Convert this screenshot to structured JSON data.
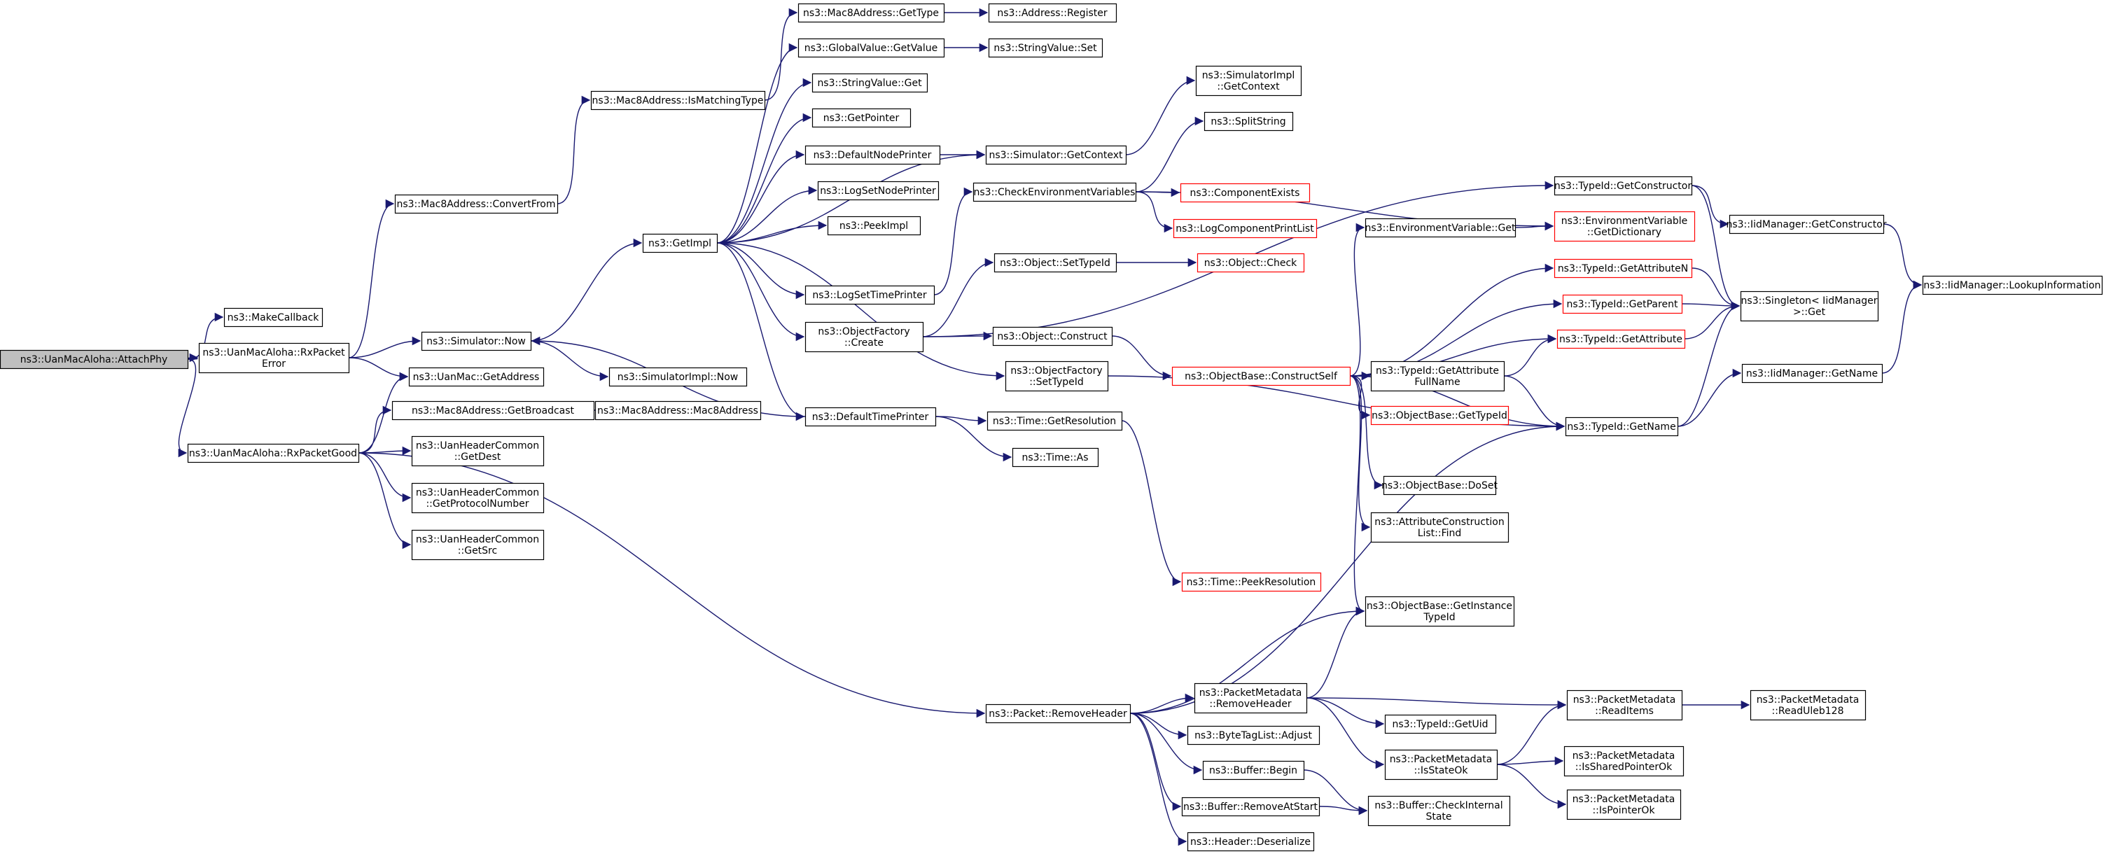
{
  "graph": {
    "nodes": [
      {
        "id": "attach",
        "lines": [
          "ns3::UanMacAloha::AttachPhy"
        ],
        "root": true
      },
      {
        "id": "makecb",
        "lines": [
          "ns3::MakeCallback"
        ]
      },
      {
        "id": "rxerr",
        "lines": [
          "ns3::UanMacAloha::RxPacket",
          "Error"
        ]
      },
      {
        "id": "rxgood",
        "lines": [
          "ns3::UanMacAloha::RxPacketGood"
        ]
      },
      {
        "id": "convfrom",
        "lines": [
          "ns3::Mac8Address::ConvertFrom"
        ]
      },
      {
        "id": "simnow",
        "lines": [
          "ns3::Simulator::Now"
        ]
      },
      {
        "id": "uangetaddr",
        "lines": [
          "ns3::UanMac::GetAddress"
        ]
      },
      {
        "id": "getbcast",
        "lines": [
          "ns3::Mac8Address::GetBroadcast"
        ]
      },
      {
        "id": "getdest",
        "lines": [
          "ns3::UanHeaderCommon",
          "::GetDest"
        ]
      },
      {
        "id": "getproto",
        "lines": [
          "ns3::UanHeaderCommon",
          "::GetProtocolNumber"
        ]
      },
      {
        "id": "getsrc",
        "lines": [
          "ns3::UanHeaderCommon",
          "::GetSrc"
        ]
      },
      {
        "id": "ismatch",
        "lines": [
          "ns3::Mac8Address::IsMatchingType"
        ]
      },
      {
        "id": "getimpl",
        "lines": [
          "ns3::GetImpl"
        ]
      },
      {
        "id": "simimplnow",
        "lines": [
          "ns3::SimulatorImpl::Now"
        ]
      },
      {
        "id": "mac8ctor",
        "lines": [
          "ns3::Mac8Address::Mac8Address"
        ]
      },
      {
        "id": "mac8gettype",
        "lines": [
          "ns3::Mac8Address::GetType"
        ]
      },
      {
        "id": "gvgetval",
        "lines": [
          "ns3::GlobalValue::GetValue"
        ]
      },
      {
        "id": "svget",
        "lines": [
          "ns3::StringValue::Get"
        ]
      },
      {
        "id": "getptr",
        "lines": [
          "ns3::GetPointer"
        ]
      },
      {
        "id": "defnodeprinter",
        "lines": [
          "ns3::DefaultNodePrinter"
        ]
      },
      {
        "id": "logsetnode",
        "lines": [
          "ns3::LogSetNodePrinter"
        ]
      },
      {
        "id": "peekimpl",
        "lines": [
          "ns3::PeekImpl"
        ]
      },
      {
        "id": "logsettime",
        "lines": [
          "ns3::LogSetTimePrinter"
        ]
      },
      {
        "id": "objfactcreate",
        "lines": [
          "ns3::ObjectFactory",
          "::Create"
        ]
      },
      {
        "id": "deftimeprinter",
        "lines": [
          "ns3::DefaultTimePrinter"
        ]
      },
      {
        "id": "addrreg",
        "lines": [
          "ns3::Address::Register"
        ]
      },
      {
        "id": "svset",
        "lines": [
          "ns3::StringValue::Set"
        ]
      },
      {
        "id": "simgetctx",
        "lines": [
          "ns3::Simulator::GetContext"
        ]
      },
      {
        "id": "checkenv",
        "lines": [
          "ns3::CheckEnvironmentVariables"
        ]
      },
      {
        "id": "objsettypeid",
        "lines": [
          "ns3::Object::SetTypeId"
        ]
      },
      {
        "id": "objconstruct",
        "lines": [
          "ns3::Object::Construct"
        ]
      },
      {
        "id": "ofsettypeid",
        "lines": [
          "ns3::ObjectFactory",
          "::SetTypeId"
        ]
      },
      {
        "id": "timegetres",
        "lines": [
          "ns3::Time::GetResolution"
        ]
      },
      {
        "id": "timeas",
        "lines": [
          "ns3::Time::As"
        ]
      },
      {
        "id": "simimplgetctx",
        "lines": [
          "ns3::SimulatorImpl",
          "::GetContext"
        ]
      },
      {
        "id": "splitstring",
        "lines": [
          "ns3::SplitString"
        ]
      },
      {
        "id": "compexists",
        "lines": [
          "ns3::ComponentExists"
        ],
        "red": true
      },
      {
        "id": "logcompprint",
        "lines": [
          "ns3::LogComponentPrintList"
        ],
        "red": true
      },
      {
        "id": "objcheck",
        "lines": [
          "ns3::Object::Check"
        ],
        "red": true
      },
      {
        "id": "obconstructself",
        "lines": [
          "ns3::ObjectBase::ConstructSelf"
        ],
        "red": true
      },
      {
        "id": "timepeekres",
        "lines": [
          "ns3::Time::PeekResolution"
        ],
        "red": true
      },
      {
        "id": "envget",
        "lines": [
          "ns3::EnvironmentVariable::Get"
        ]
      },
      {
        "id": "tidgetattrfull",
        "lines": [
          "ns3::TypeId::GetAttribute",
          "FullName"
        ]
      },
      {
        "id": "obgettypeid",
        "lines": [
          "ns3::ObjectBase::GetTypeId"
        ],
        "red": true
      },
      {
        "id": "obdoset",
        "lines": [
          "ns3::ObjectBase::DoSet"
        ]
      },
      {
        "id": "attrconstrfind",
        "lines": [
          "ns3::AttributeConstruction",
          "List::Find"
        ]
      },
      {
        "id": "obgetinsttid",
        "lines": [
          "ns3::ObjectBase::GetInstance",
          "TypeId"
        ]
      },
      {
        "id": "tidgetctor",
        "lines": [
          "ns3::TypeId::GetConstructor"
        ]
      },
      {
        "id": "envgetdict",
        "lines": [
          "ns3::EnvironmentVariable",
          "::GetDictionary"
        ],
        "red": true
      },
      {
        "id": "tidgetattrn",
        "lines": [
          "ns3::TypeId::GetAttributeN"
        ],
        "red": true
      },
      {
        "id": "tidgetparent",
        "lines": [
          "ns3::TypeId::GetParent"
        ],
        "red": true
      },
      {
        "id": "tidgetattr",
        "lines": [
          "ns3::TypeId::GetAttribute"
        ],
        "red": true
      },
      {
        "id": "tidgetname",
        "lines": [
          "ns3::TypeId::GetName"
        ]
      },
      {
        "id": "iidgetctor",
        "lines": [
          "ns3::IidManager::GetConstructor"
        ]
      },
      {
        "id": "singletonget",
        "lines": [
          "ns3::Singleton< IidManager",
          ">::Get"
        ]
      },
      {
        "id": "iidgetname",
        "lines": [
          "ns3::IidManager::GetName"
        ]
      },
      {
        "id": "iidlookup",
        "lines": [
          "ns3::IidManager::LookupInformation"
        ]
      },
      {
        "id": "pktremovehdr",
        "lines": [
          "ns3::Packet::RemoveHeader"
        ]
      },
      {
        "id": "pmremovehdr",
        "lines": [
          "ns3::PacketMetadata",
          "::RemoveHeader"
        ]
      },
      {
        "id": "btladjust",
        "lines": [
          "ns3::ByteTagList::Adjust"
        ]
      },
      {
        "id": "bufbegin",
        "lines": [
          "ns3::Buffer::Begin"
        ]
      },
      {
        "id": "bufremstart",
        "lines": [
          "ns3::Buffer::RemoveAtStart"
        ]
      },
      {
        "id": "hdrdeser",
        "lines": [
          "ns3::Header::Deserialize"
        ]
      },
      {
        "id": "tidgetuid",
        "lines": [
          "ns3::TypeId::GetUid"
        ]
      },
      {
        "id": "pmisstateok",
        "lines": [
          "ns3::PacketMetadata",
          "::IsStateOk"
        ]
      },
      {
        "id": "bufcheckint",
        "lines": [
          "ns3::Buffer::CheckInternal",
          "State"
        ]
      },
      {
        "id": "pmreaditems",
        "lines": [
          "ns3::PacketMetadata",
          "::ReadItems"
        ]
      },
      {
        "id": "pmisshared",
        "lines": [
          "ns3::PacketMetadata",
          "::IsSharedPointerOk"
        ]
      },
      {
        "id": "pmisptr",
        "lines": [
          "ns3::PacketMetadata",
          "::IsPointerOk"
        ]
      },
      {
        "id": "pmreadleb",
        "lines": [
          "ns3::PacketMetadata",
          "::ReadUleb128"
        ]
      }
    ],
    "edges": [
      [
        "attach",
        "makecb"
      ],
      [
        "attach",
        "rxerr"
      ],
      [
        "attach",
        "rxgood"
      ],
      [
        "rxerr",
        "convfrom"
      ],
      [
        "rxerr",
        "simnow"
      ],
      [
        "rxerr",
        "uangetaddr"
      ],
      [
        "rxgood",
        "uangetaddr"
      ],
      [
        "rxgood",
        "getbcast"
      ],
      [
        "rxgood",
        "getdest"
      ],
      [
        "rxgood",
        "getproto"
      ],
      [
        "rxgood",
        "getsrc"
      ],
      [
        "rxgood",
        "pktremovehdr"
      ],
      [
        "convfrom",
        "ismatch"
      ],
      [
        "ismatch",
        "mac8gettype"
      ],
      [
        "mac8gettype",
        "addrreg"
      ],
      [
        "simnow",
        "getimpl"
      ],
      [
        "simnow",
        "simimplnow"
      ],
      [
        "getbcast",
        "mac8ctor"
      ],
      [
        "getimpl",
        "gvgetval"
      ],
      [
        "getimpl",
        "svget"
      ],
      [
        "getimpl",
        "getptr"
      ],
      [
        "getimpl",
        "defnodeprinter"
      ],
      [
        "getimpl",
        "logsetnode"
      ],
      [
        "getimpl",
        "peekimpl"
      ],
      [
        "getimpl",
        "logsettime"
      ],
      [
        "getimpl",
        "objfactcreate"
      ],
      [
        "getimpl",
        "deftimeprinter"
      ],
      [
        "getimpl",
        "simgetctx"
      ],
      [
        "getimpl",
        "ofsettypeid"
      ],
      [
        "gvgetval",
        "svset"
      ],
      [
        "defnodeprinter",
        "simgetctx"
      ],
      [
        "logsettime",
        "checkenv"
      ],
      [
        "objfactcreate",
        "objsettypeid"
      ],
      [
        "objfactcreate",
        "objconstruct"
      ],
      [
        "objfactcreate",
        "tidgetctor"
      ],
      [
        "deftimeprinter",
        "simnow"
      ],
      [
        "deftimeprinter",
        "timegetres"
      ],
      [
        "deftimeprinter",
        "timeas"
      ],
      [
        "simgetctx",
        "simimplgetctx"
      ],
      [
        "checkenv",
        "splitstring"
      ],
      [
        "checkenv",
        "compexists"
      ],
      [
        "checkenv",
        "logcompprint"
      ],
      [
        "checkenv",
        "envgetdict"
      ],
      [
        "objsettypeid",
        "objcheck"
      ],
      [
        "objconstruct",
        "obconstructself"
      ],
      [
        "ofsettypeid",
        "tidgetname"
      ],
      [
        "timegetres",
        "timepeekres"
      ],
      [
        "obconstructself",
        "envget"
      ],
      [
        "obconstructself",
        "tidgetattrn"
      ],
      [
        "obconstructself",
        "tidgetparent"
      ],
      [
        "obconstructself",
        "tidgetattr"
      ],
      [
        "obconstructself",
        "tidgetattrfull"
      ],
      [
        "obconstructself",
        "obgettypeid"
      ],
      [
        "obconstructself",
        "tidgetname"
      ],
      [
        "obconstructself",
        "obdoset"
      ],
      [
        "obconstructself",
        "attrconstrfind"
      ],
      [
        "obconstructself",
        "obgetinsttid"
      ],
      [
        "envget",
        "envgetdict"
      ],
      [
        "tidgetattrfull",
        "tidgetattr"
      ],
      [
        "tidgetattrfull",
        "tidgetname"
      ],
      [
        "tidgetctor",
        "iidgetctor"
      ],
      [
        "tidgetctor",
        "singletonget"
      ],
      [
        "tidgetattrn",
        "singletonget"
      ],
      [
        "tidgetparent",
        "singletonget"
      ],
      [
        "tidgetattr",
        "singletonget"
      ],
      [
        "tidgetname",
        "iidgetname"
      ],
      [
        "tidgetname",
        "singletonget"
      ],
      [
        "iidgetctor",
        "iidlookup"
      ],
      [
        "iidgetname",
        "iidlookup"
      ],
      [
        "pktremovehdr",
        "obgetinsttid"
      ],
      [
        "pktremovehdr",
        "tidgetname"
      ],
      [
        "pktremovehdr",
        "pmremovehdr"
      ],
      [
        "pktremovehdr",
        "btladjust"
      ],
      [
        "pktremovehdr",
        "bufbegin"
      ],
      [
        "pktremovehdr",
        "bufremstart"
      ],
      [
        "pktremovehdr",
        "hdrdeser"
      ],
      [
        "pmremovehdr",
        "obgetinsttid"
      ],
      [
        "pmremovehdr",
        "tidgetuid"
      ],
      [
        "pmremovehdr",
        "pmisstateok"
      ],
      [
        "pmremovehdr",
        "pmreaditems"
      ],
      [
        "bufbegin",
        "bufcheckint"
      ],
      [
        "bufremstart",
        "bufcheckint"
      ],
      [
        "pmisstateok",
        "pmreaditems"
      ],
      [
        "pmisstateok",
        "pmisshared"
      ],
      [
        "pmisstateok",
        "pmisptr"
      ],
      [
        "pmreaditems",
        "pmreadleb"
      ]
    ]
  }
}
